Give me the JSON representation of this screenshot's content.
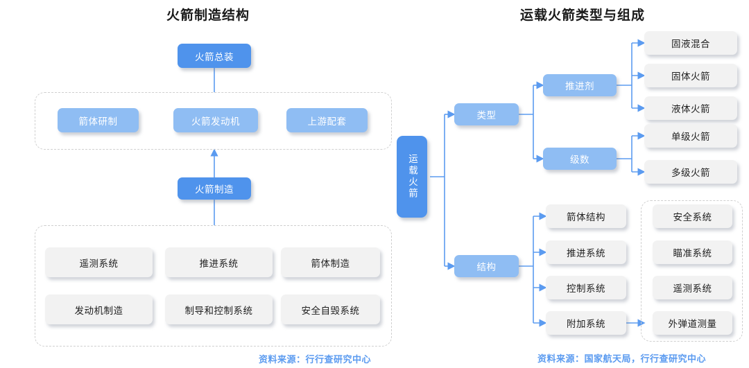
{
  "left_panel": {
    "title": "火箭制造结构",
    "source": "资料来源：行行查研究中心",
    "top_node": "火箭总装",
    "tier1": [
      "箭体研制",
      "火箭发动机",
      "上游配套"
    ],
    "mid_node": "火箭制造",
    "tier2": [
      "遥测系统",
      "推进系统",
      "箭体制造",
      "发动机制造",
      "制导和控制系统",
      "安全自毁系统"
    ]
  },
  "right_panel": {
    "title": "运载火箭类型与组成",
    "source": "资料来源：国家航天局，行行查研究中心",
    "root": "运载火箭",
    "branches": [
      {
        "label": "类型",
        "children": [
          {
            "label": "推进剂",
            "leaves": [
              "固液混合",
              "固体火箭",
              "液体火箭"
            ]
          },
          {
            "label": "级数",
            "leaves": [
              "单级火箭",
              "多级火箭"
            ]
          }
        ]
      },
      {
        "label": "结构",
        "children": [
          {
            "label": "箭体结构",
            "leaves": []
          },
          {
            "label": "推进系统",
            "leaves": []
          },
          {
            "label": "控制系统",
            "leaves": []
          },
          {
            "label": "附加系统",
            "leaves": [
              "安全系统",
              "瞄准系统",
              "遥测系统",
              "外弹道测量"
            ]
          }
        ]
      }
    ],
    "附加系统_group": [
      "安全系统",
      "瞄准系统",
      "遥测系统",
      "外弹道测量"
    ]
  },
  "colors": {
    "blue_strong": "#4f93ec",
    "blue_light": "#8fbdf3",
    "grey_box": "#f2f2f2",
    "connector": "#5b9bf0",
    "title_text": "#1a1a1a",
    "source_text": "#5b9bf0",
    "dashed_border": "#cfcfcf"
  }
}
